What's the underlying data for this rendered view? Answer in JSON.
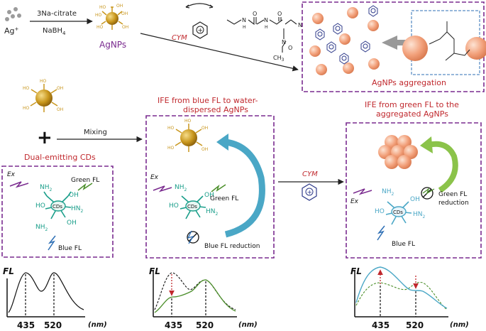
{
  "top": {
    "ag_ion": "Ag",
    "ag_ion_sup": "+",
    "reagent1": "3Na-citrate",
    "reagent2": "NaBH",
    "reagent2_sub": "4",
    "product": "AgNPs",
    "cym": "CYM",
    "aggregation_caption": "AgNPs aggregation"
  },
  "molecule": {
    "N1": "N",
    "N2": "N",
    "N3": "N",
    "N4": "N",
    "O": "O",
    "CH3": "CH",
    "CH3_sub": "3",
    "H1": "H",
    "H2": "H"
  },
  "nanoparticle_labels": {
    "OH": "HO",
    "HO": "HO"
  },
  "mixing": {
    "plus": "+",
    "label": "Mixing"
  },
  "cds": {
    "title": "Dual-emitting CDs",
    "center": "CDs",
    "ex": "Ex",
    "green_fl": "Green FL",
    "blue_fl": "Blue FL",
    "ho": "HO",
    "oh": "OH",
    "hn2": "HN",
    "hn2_sub": "2",
    "nh2": "NH",
    "nh2_sub": "2"
  },
  "middle": {
    "title_line1": "IFE from blue FL to water-",
    "title_line2": "dispersed AgNPs",
    "ex": "Ex",
    "green_fl": "Green FL",
    "reduction": "Blue FL reduction"
  },
  "cym2": "CYM",
  "right": {
    "title_line1": "IFE from green FL to the",
    "title_line2": "aggregated AgNPs",
    "ex": "Ex",
    "green_fl_line1": "Green FL",
    "green_fl_line2": "reduction",
    "blue_fl": "Blue FL"
  },
  "spectra": {
    "ylabel": "FL",
    "x1": "435",
    "x2": "520",
    "unit": "(nm)"
  },
  "colors": {
    "purple_border": "#7a2b8f",
    "red_title": "#c0282d",
    "teal": "#1a9e8a",
    "green": "#4c8f2b",
    "blue": "#2e6fb5",
    "gold": "#c8961c",
    "orange_sphere": "#f2a07a"
  }
}
